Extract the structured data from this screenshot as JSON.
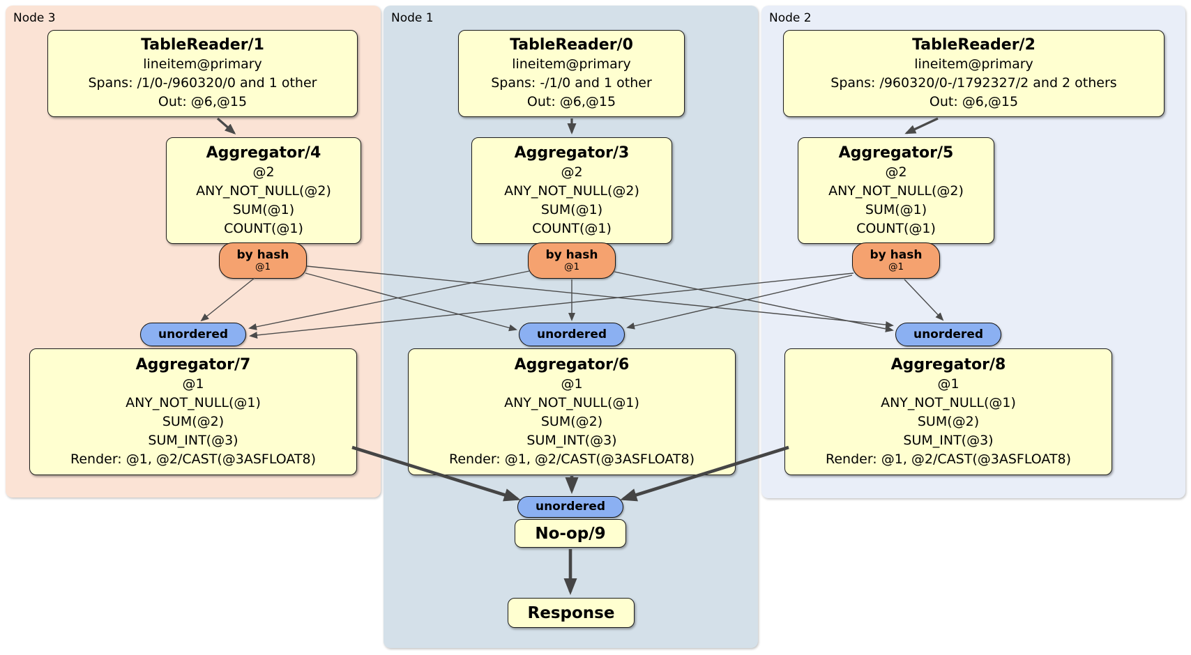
{
  "diagram_type": "distributed-sql-query-plan",
  "colors": {
    "node3_bg": "#fbe3d5",
    "node1_bg": "#d4e0e9",
    "node2_bg": "#e9eef8",
    "processor_box_fill": "#ffffd0",
    "router_pill_fill": "#f5a26f",
    "sync_pill_fill": "#8bb0f2",
    "edge_stroke": "#4a4a4a"
  },
  "groups": [
    {
      "label": "Node 3",
      "table_reader": {
        "title": "TableReader/1",
        "table": "lineitem@primary",
        "spans": "Spans: /1/0-/960320/0 and 1 other",
        "out": "Out: @6,@15"
      },
      "hash_aggregator": {
        "title": "Aggregator/4",
        "group_col": "@2",
        "exprs": [
          "ANY_NOT_NULL(@2)",
          "SUM(@1)",
          "COUNT(@1)"
        ]
      },
      "router": {
        "label": "by hash",
        "key": "@1"
      },
      "sync": {
        "label": "unordered"
      },
      "final_aggregator": {
        "title": "Aggregator/7",
        "group_col": "@1",
        "exprs": [
          "ANY_NOT_NULL(@1)",
          "SUM(@2)",
          "SUM_INT(@3)",
          "Render: @1, @2/CAST(@3ASFLOAT8)"
        ]
      }
    },
    {
      "label": "Node 1",
      "table_reader": {
        "title": "TableReader/0",
        "table": "lineitem@primary",
        "spans": "Spans: -/1/0 and 1 other",
        "out": "Out: @6,@15"
      },
      "hash_aggregator": {
        "title": "Aggregator/3",
        "group_col": "@2",
        "exprs": [
          "ANY_NOT_NULL(@2)",
          "SUM(@1)",
          "COUNT(@1)"
        ]
      },
      "router": {
        "label": "by hash",
        "key": "@1"
      },
      "sync": {
        "label": "unordered"
      },
      "final_aggregator": {
        "title": "Aggregator/6",
        "group_col": "@1",
        "exprs": [
          "ANY_NOT_NULL(@1)",
          "SUM(@2)",
          "SUM_INT(@3)",
          "Render: @1, @2/CAST(@3ASFLOAT8)"
        ]
      }
    },
    {
      "label": "Node 2",
      "table_reader": {
        "title": "TableReader/2",
        "table": "lineitem@primary",
        "spans": "Spans: /960320/0-/1792327/2 and 2 others",
        "out": "Out: @6,@15"
      },
      "hash_aggregator": {
        "title": "Aggregator/5",
        "group_col": "@2",
        "exprs": [
          "ANY_NOT_NULL(@2)",
          "SUM(@1)",
          "COUNT(@1)"
        ]
      },
      "router": {
        "label": "by hash",
        "key": "@1"
      },
      "sync": {
        "label": "unordered"
      },
      "final_aggregator": {
        "title": "Aggregator/8",
        "group_col": "@1",
        "exprs": [
          "ANY_NOT_NULL(@1)",
          "SUM(@2)",
          "SUM_INT(@3)",
          "Render: @1, @2/CAST(@3ASFLOAT8)"
        ]
      }
    }
  ],
  "final_stage": {
    "sync": {
      "label": "unordered"
    },
    "noop": {
      "title": "No-op/9"
    },
    "response": {
      "title": "Response"
    }
  }
}
